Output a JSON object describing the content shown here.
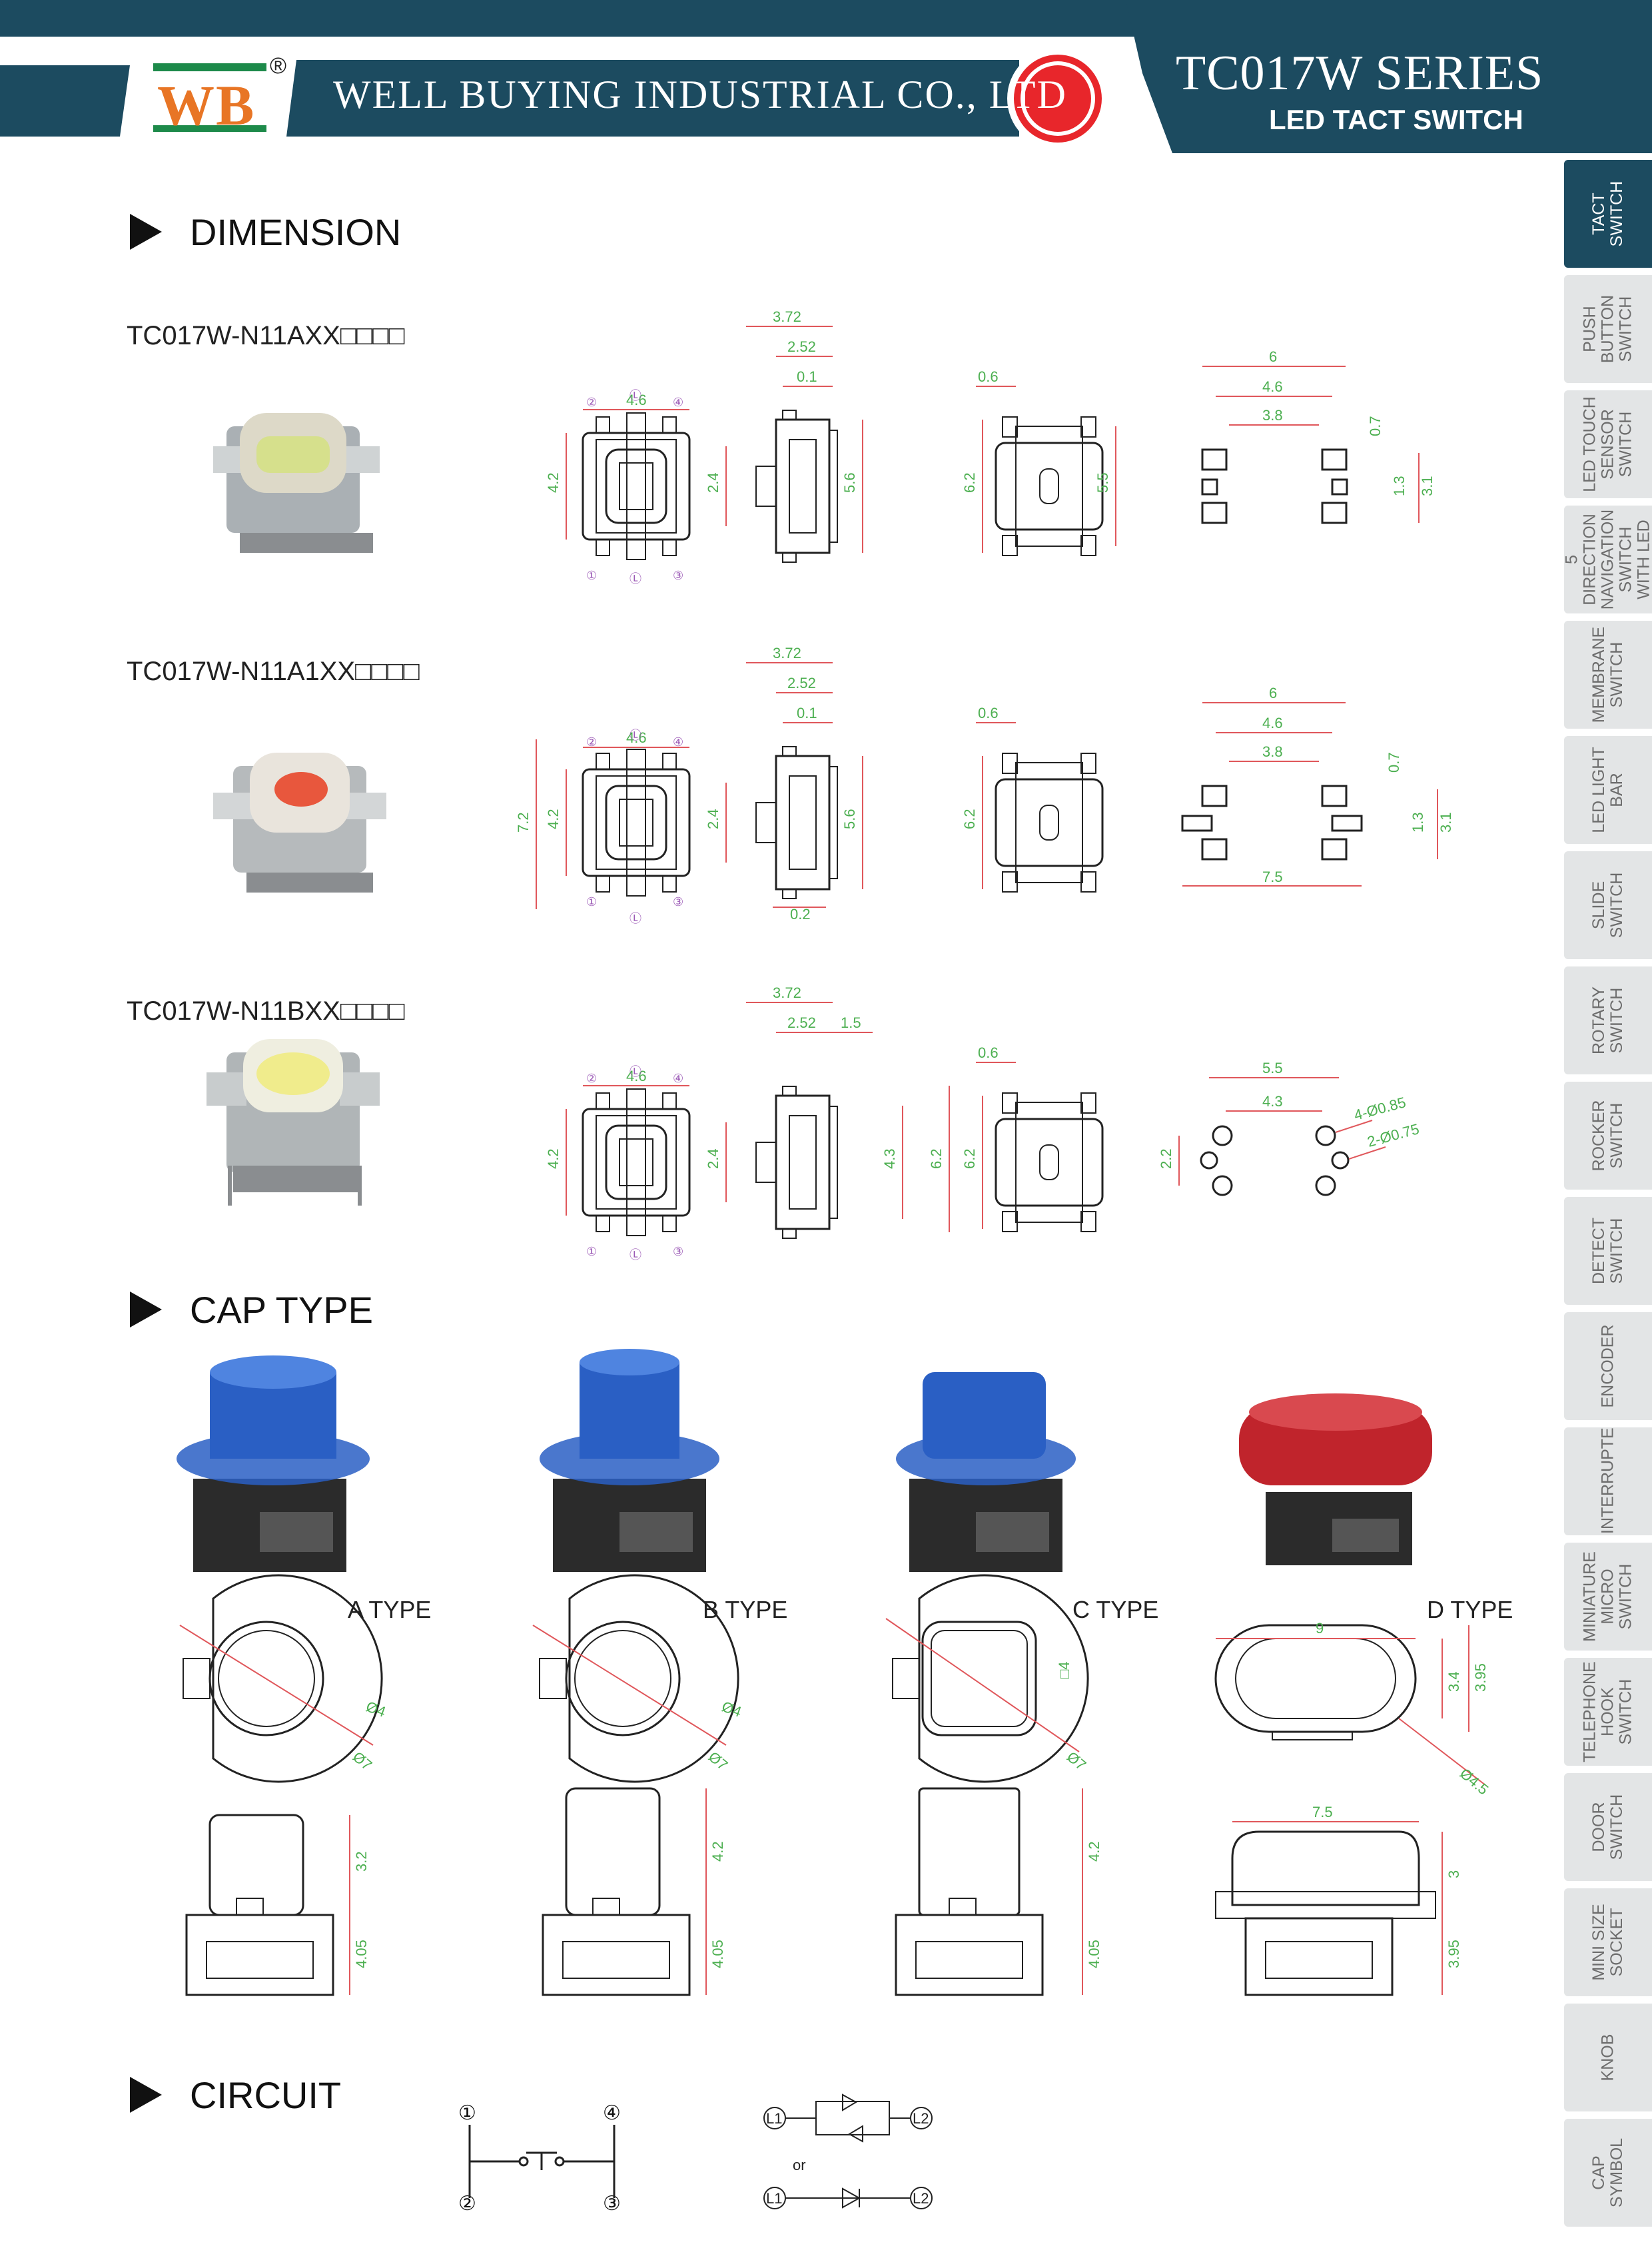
{
  "header": {
    "logo_text": "WB",
    "registered": "®",
    "company": "WELL BUYING INDUSTRIAL CO., LTD",
    "series": "TC017W SERIES",
    "subtitle": "LED TACT SWITCH",
    "colors": {
      "band": "#1c4b60",
      "logo": "#e87525",
      "badge": "#e8262b"
    }
  },
  "sections": {
    "dimension": "DIMENSION",
    "cap_type": "CAP TYPE",
    "circuit": "CIRCUIT"
  },
  "models": [
    {
      "code": "TC017W-N11AXX□□□□",
      "photo_color": "#d6e08c",
      "dims": {
        "a": "4.6",
        "b": "4.2",
        "c": "3.72",
        "d": "2.52",
        "e": "0.1",
        "f": "2.4",
        "g": "5.6",
        "h": "0.6",
        "i": "6.2",
        "j": "5.5"
      },
      "pads": {
        "w1": "6",
        "w2": "4.6",
        "w3": "3.8",
        "h1": "0.7",
        "h2": "1.3",
        "h3": "3.1"
      }
    },
    {
      "code": "TC017W-N11A1XX□□□□",
      "photo_color": "#e8573d",
      "dims": {
        "a": "4.6",
        "b": "4.2",
        "b2": "7.2",
        "c": "3.72",
        "d": "2.52",
        "e": "0.1",
        "f": "2.4",
        "g": "5.6",
        "k": "0.2",
        "h": "0.6",
        "i": "6.2"
      },
      "pads": {
        "w1": "6",
        "w2": "4.6",
        "w3": "3.8",
        "h1": "0.7",
        "h2": "1.3",
        "h3": "3.1",
        "w4": "7.5"
      }
    },
    {
      "code": "TC017W-N11BXX□□□□",
      "photo_color": "#f0ec8c",
      "dims": {
        "a": "4.6",
        "b": "4.2",
        "c": "3.72",
        "d": "2.52",
        "d2": "1.5",
        "f": "2.4",
        "g": "4.3",
        "g2": "6.2",
        "h": "0.6",
        "i": "6.2"
      },
      "pads": {
        "w1": "5.5",
        "w2": "4.3",
        "h1": "2.2",
        "hole1": "4-Ø0.85",
        "hole2": "2-Ø0.75"
      }
    }
  ],
  "pin_labels": [
    "②",
    "Ⓛ",
    "④",
    "①",
    "Ⓛ",
    "③"
  ],
  "caps": [
    {
      "label": "A TYPE",
      "color": "#2a5fc4",
      "d_outer": "Ø7",
      "d_inner": "Ø4",
      "h_cap": "3.2",
      "h_base": "4.05"
    },
    {
      "label": "B TYPE",
      "color": "#2a5fc4",
      "d_outer": "Ø7",
      "d_inner": "Ø4",
      "h_cap": "4.2",
      "h_base": "4.05"
    },
    {
      "label": "C TYPE",
      "color": "#2a5fc4",
      "d_outer": "Ø7",
      "d_inner": "□4",
      "h_cap": "4.2",
      "h_base": "4.05"
    },
    {
      "label": "D TYPE",
      "color": "#c0242c",
      "w": "9",
      "h1": "3.4",
      "h2": "3.95",
      "diam": "Ø4.5",
      "w_side": "7.5",
      "h_cap": "3",
      "h_base": "3.95"
    }
  ],
  "circuit": {
    "pins": [
      "①",
      "②",
      "④",
      "③"
    ],
    "leds": [
      "L1",
      "L2",
      "L1",
      "L2"
    ],
    "or": "or"
  },
  "tabs": [
    {
      "label": "TACT\nSWITCH",
      "active": true
    },
    {
      "label": "PUSH\nBUTTON\nSWITCH",
      "active": false
    },
    {
      "label": "LED TOUCH\nSENSOR\nSWITCH",
      "active": false
    },
    {
      "label": "5 DIRECTION\nNAVIGATION\nSWITCH\nWITH LED",
      "active": false
    },
    {
      "label": "MEMBRANE\nSWITCH",
      "active": false
    },
    {
      "label": "LED LIGHT\nBAR",
      "active": false
    },
    {
      "label": "SLIDE\nSWITCH",
      "active": false
    },
    {
      "label": "ROTARY\nSWITCH",
      "active": false
    },
    {
      "label": "ROCKER\nSWITCH",
      "active": false
    },
    {
      "label": "DETECT\nSWITCH",
      "active": false
    },
    {
      "label": "ENCODER",
      "active": false
    },
    {
      "label": "INTERRUPTER",
      "active": false
    },
    {
      "label": "MINIATURE\nMICRO\nSWITCH",
      "active": false
    },
    {
      "label": "TELEPHONE\nHOOK\nSWITCH",
      "active": false
    },
    {
      "label": "DOOR\nSWITCH",
      "active": false
    },
    {
      "label": "MINI SIZE\nSOCKET",
      "active": false
    },
    {
      "label": "KNOB",
      "active": false
    },
    {
      "label": "CAP\nSYMBOL",
      "active": false
    }
  ]
}
